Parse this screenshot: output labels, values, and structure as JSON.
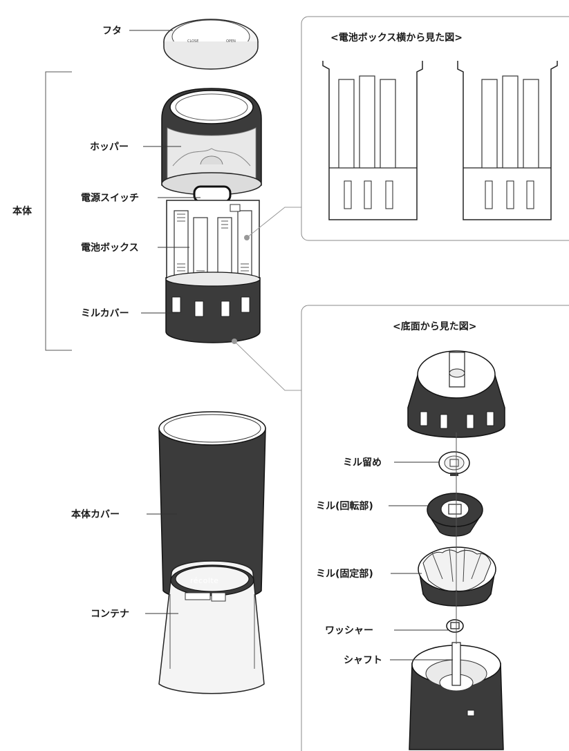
{
  "labels": {
    "lid": "フタ",
    "hopper": "ホッパー",
    "power_switch": "電源スイッチ",
    "battery_box": "電池ボックス",
    "mill_cover": "ミルカバー",
    "main_body": "本体",
    "body_cover": "本体カバー",
    "container": "コンテナ"
  },
  "side_view": {
    "title": "<電池ボックス横から見た図>"
  },
  "bottom_view": {
    "title": "<底面から見た図>",
    "mill_stopper": "ミル留め",
    "mill_rotating": "ミル(回転部)",
    "mill_fixed": "ミル(固定部)",
    "washer": "ワッシャー",
    "shaft": "シャフト"
  },
  "brand": {
    "logo": "récolte"
  },
  "lid_markings": {
    "close": "CLOSE",
    "open": "OPEN"
  }
}
